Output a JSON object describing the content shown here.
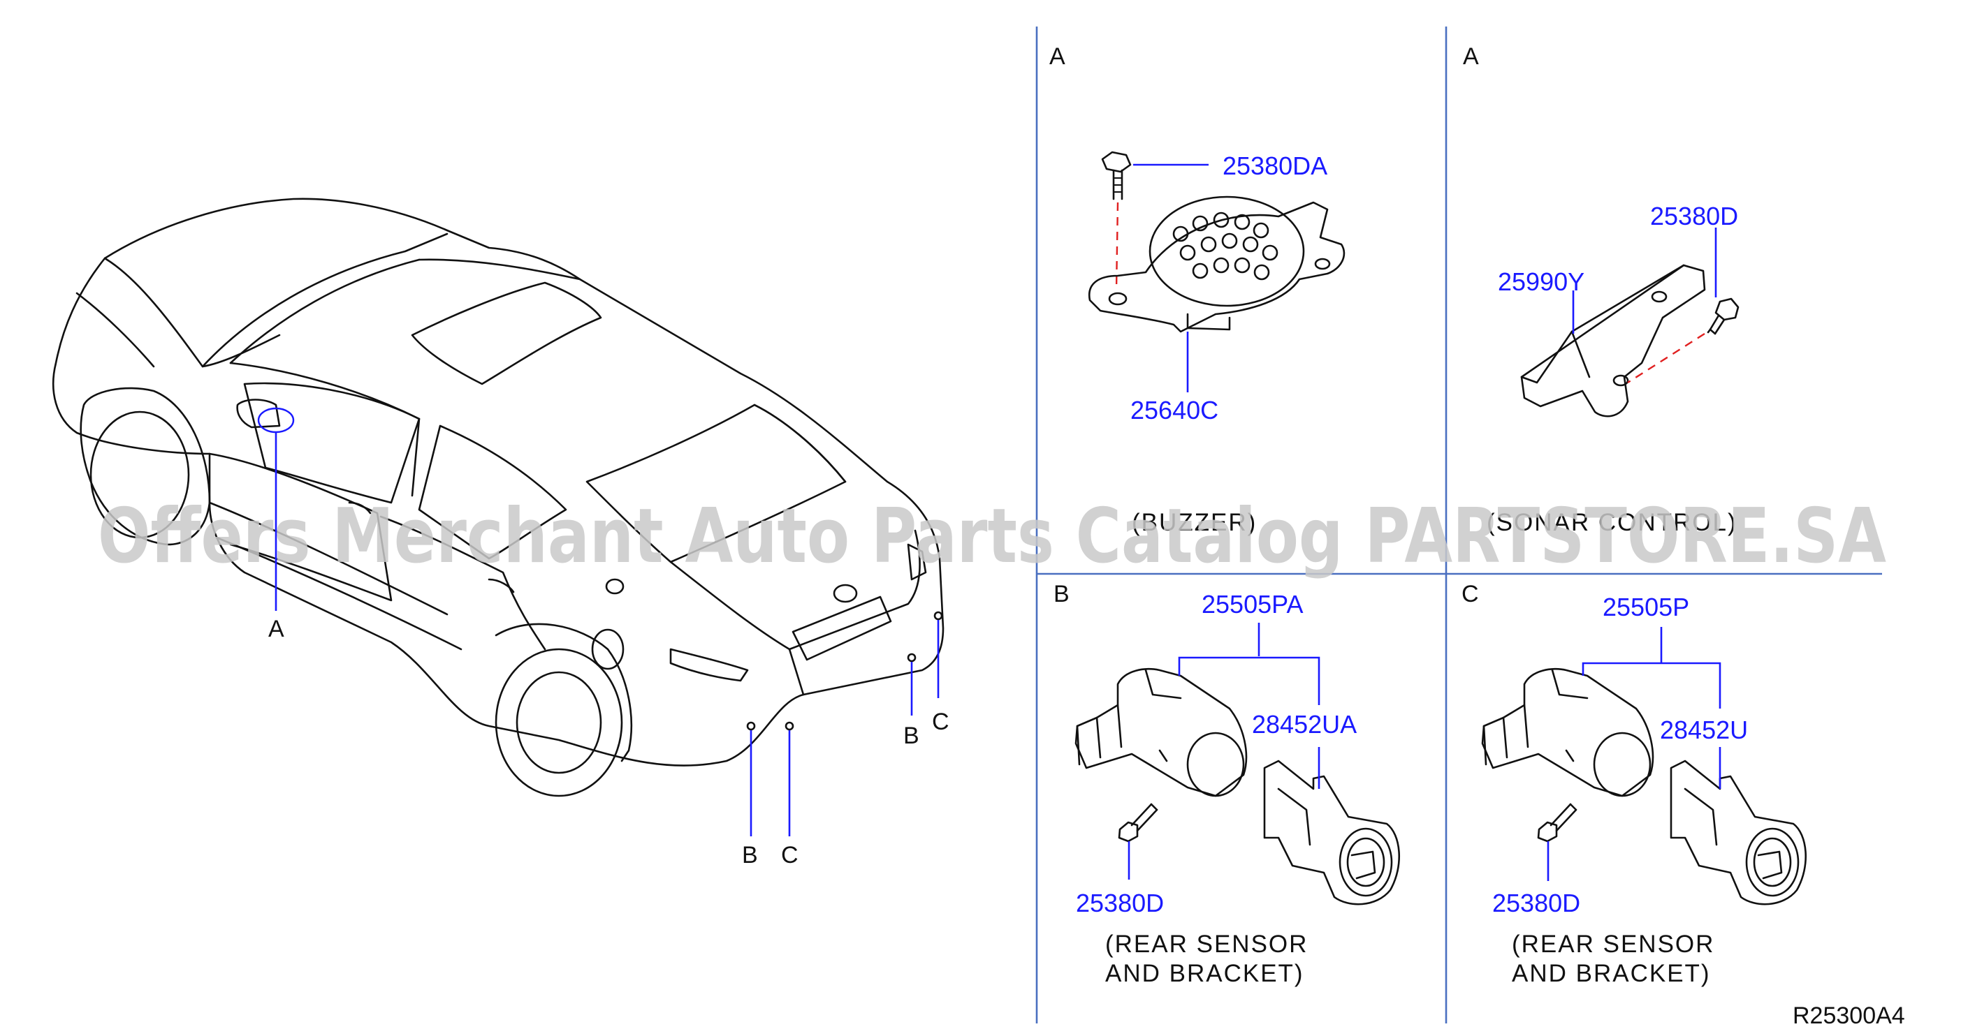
{
  "callouts": {
    "car": {
      "a": "A",
      "b": "B",
      "c": "C",
      "b2": "B",
      "c2": "C"
    }
  },
  "panels": {
    "a1": {
      "letter": "A",
      "parts": {
        "bolt": "25380DA",
        "buzzer": "25640C"
      },
      "caption": "(BUZZER)"
    },
    "a2": {
      "letter": "A",
      "parts": {
        "bolt": "25380D",
        "unit": "25990Y"
      },
      "caption": "(SONAR CONTROL)"
    },
    "b": {
      "letter": "B",
      "parts": {
        "assembly": "25505PA",
        "bracket": "28452UA",
        "bolt": "25380D"
      },
      "caption_line1": "(REAR  SENSOR",
      "caption_line2": "AND  BRACKET)"
    },
    "c": {
      "letter": "C",
      "parts": {
        "assembly": "25505P",
        "bracket": "28452U",
        "bolt": "25380D"
      },
      "caption_line1": "(REAR  SENSOR",
      "caption_line2": "AND  BRACKET)"
    }
  },
  "diagram_code": "R25300A4",
  "watermark": "Offers Merchant Auto Parts Catalog PARTSTORE.SA",
  "colors": {
    "part_number": "#1a1aff",
    "divider": "#4a6fc0",
    "leader_dash": "#e02020",
    "watermark": "#c9c9c9"
  }
}
